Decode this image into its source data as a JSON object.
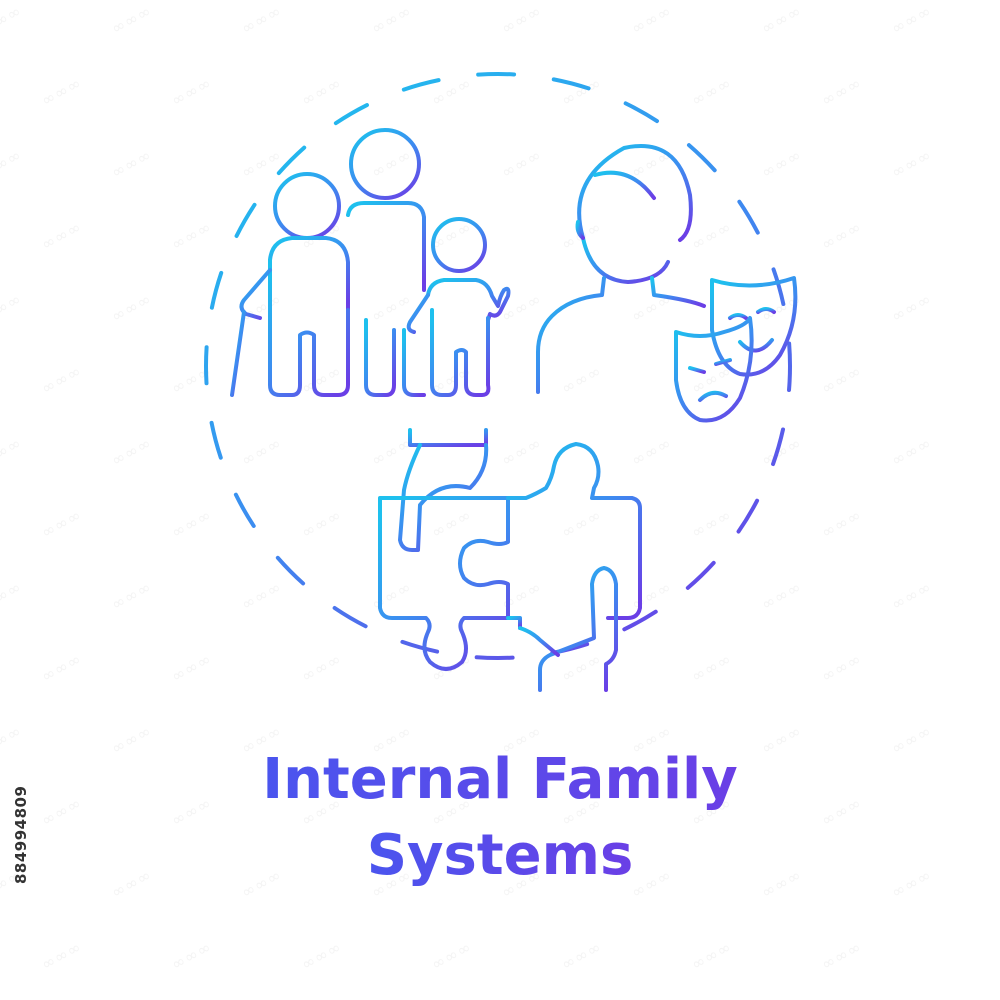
{
  "title": {
    "line1": "Internal Family",
    "line2": "Systems"
  },
  "side_id": "884994809",
  "colors": {
    "gradient_start": "#1ec0ee",
    "gradient_mid": "#3d8bf0",
    "gradient_end": "#6a3fe6",
    "title": "#5a4aea"
  },
  "icons": [
    "dashed-circle-icon",
    "family-icon",
    "person-icon",
    "theater-masks-icon",
    "puzzle-hands-icon"
  ]
}
